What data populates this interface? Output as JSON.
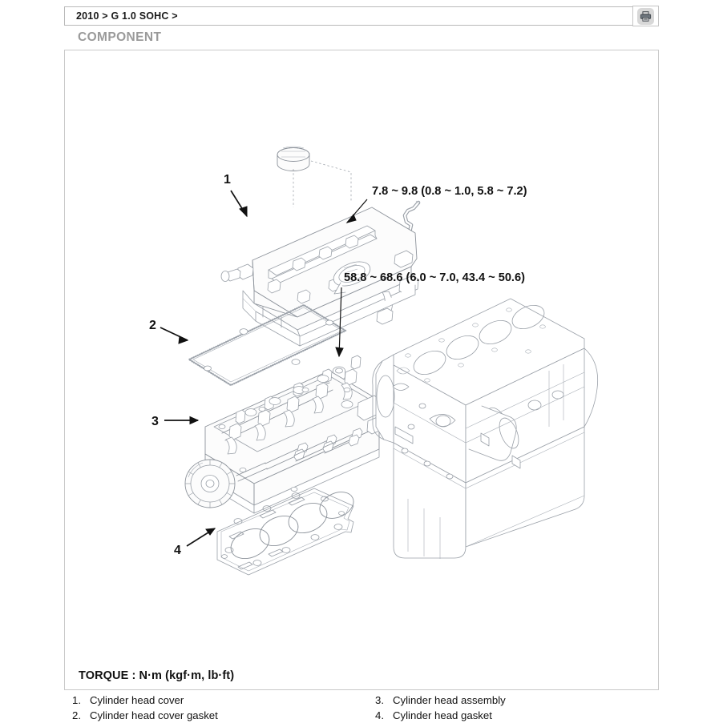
{
  "header": {
    "breadcrumb": "2010 > G 1.0 SOHC >",
    "print_icon": "printer-icon"
  },
  "section": {
    "heading": "COMPONENT"
  },
  "torque": {
    "header": "TORQUE : N·m (kgf·m, lb·ft)"
  },
  "legend": {
    "left": [
      {
        "num": "1.",
        "label": "Cylinder head cover"
      },
      {
        "num": "2.",
        "label": "Cylinder head cover gasket"
      }
    ],
    "right": [
      {
        "num": "3.",
        "label": "Cylinder head assembly"
      },
      {
        "num": "4.",
        "label": "Cylinder head gasket"
      }
    ]
  },
  "diagram": {
    "callouts": [
      {
        "id": "1",
        "label": "1",
        "target": "cylinder-head-cover"
      },
      {
        "id": "2",
        "label": "2",
        "target": "cylinder-head-cover-gasket"
      },
      {
        "id": "3",
        "label": "3",
        "target": "cylinder-head-assembly"
      },
      {
        "id": "4",
        "label": "4",
        "target": "cylinder-head-gasket"
      }
    ],
    "torque_specs": [
      {
        "id": "cover-bolt",
        "text": "7.8 ~ 9.8 (0.8 ~ 1.0, 5.8 ~ 7.2)"
      },
      {
        "id": "head-bolt",
        "text": "58.8 ~ 68.6 (6.0 ~ 7.0, 43.4 ~ 50.6)"
      }
    ]
  },
  "colors": {
    "line": "#9aa0a8",
    "text": "#111111",
    "heading": "#9a9a9a",
    "frame": "#c9c9c9"
  }
}
